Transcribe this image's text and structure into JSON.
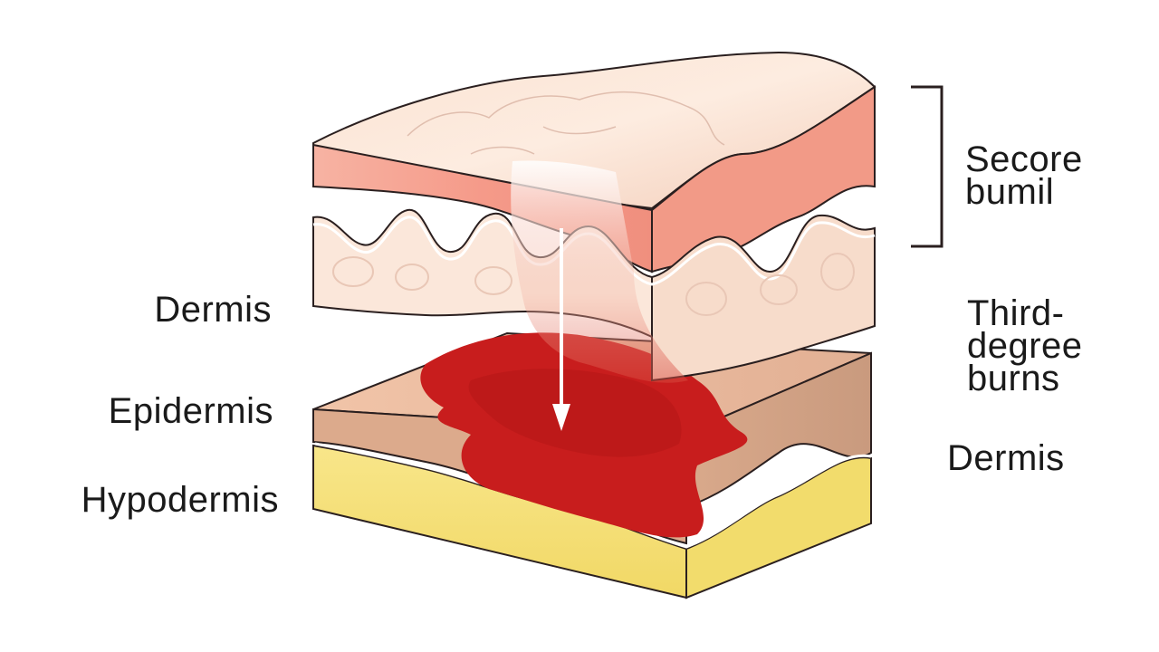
{
  "labels": {
    "left": {
      "dermis": "Dermis",
      "epidermis": "Epidermis",
      "hypodermis": "Hypodermis"
    },
    "right": {
      "second_burn_line1": "Secore",
      "second_burn_line2": "bumil",
      "third_degree_line1": "Third-",
      "third_degree_line2": "degree",
      "third_degree_line3": "burns",
      "dermis": "Dermis"
    }
  },
  "colors": {
    "skin_surface": "#f8d9c6",
    "epidermis_band": "#f2a394",
    "dermis_band": "#fbe6d8",
    "hypodermis_fat": "#f6e27a",
    "burn_red": "#cc1f1f",
    "outline": "#2a1f1f",
    "arrow": "#ffffff"
  }
}
